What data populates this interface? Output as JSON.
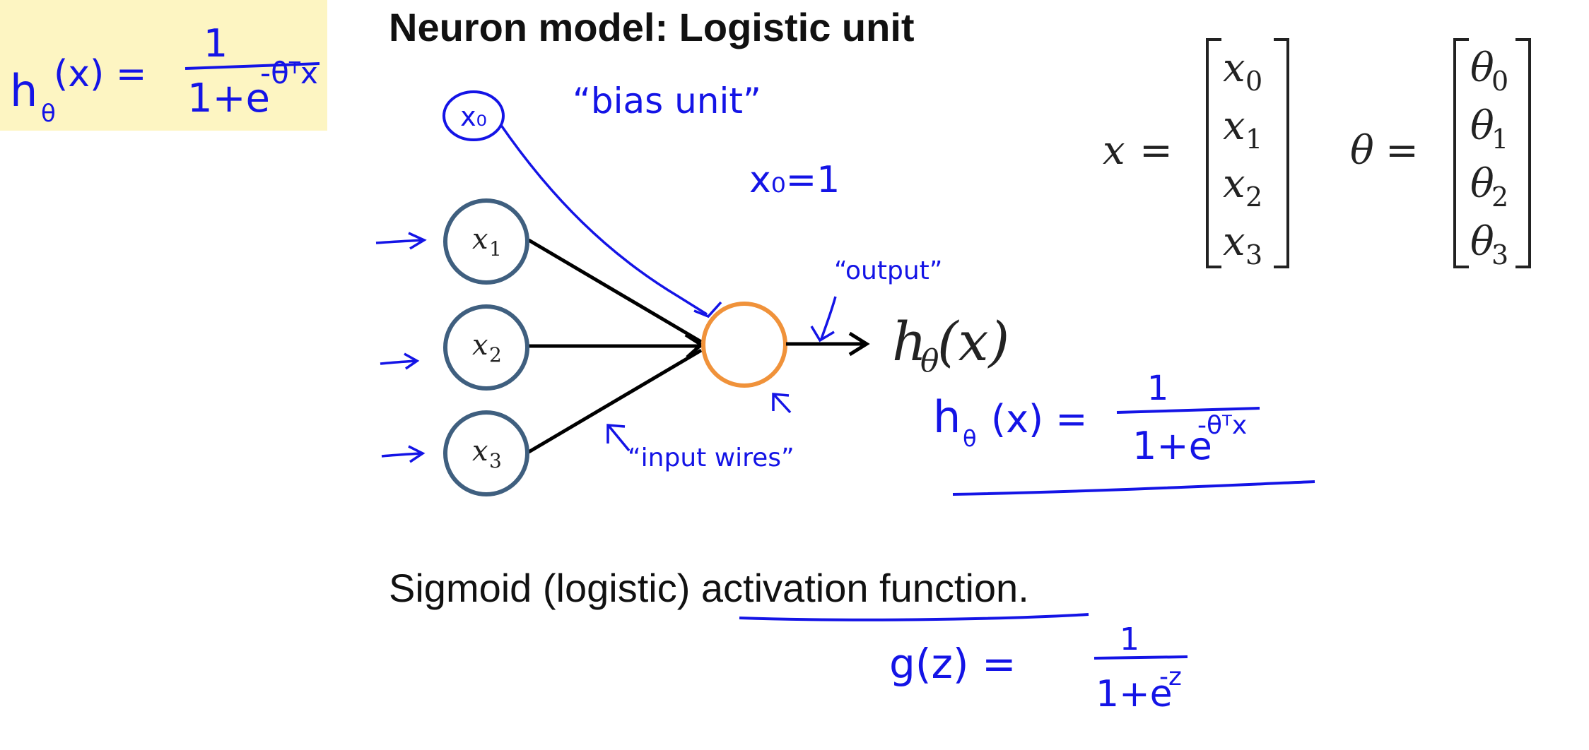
{
  "title": "Neuron model: Logistic unit",
  "caption": {
    "prefix": "Sigmoid (logistic) ",
    "underlined": "activation function",
    "suffix": "."
  },
  "sticky_note": {
    "lhs": "h",
    "lhs_sub": "θ",
    "lhs_arg": "(x) =",
    "numerator": "1",
    "denominator": "1+e",
    "exponent": "-θᵀx"
  },
  "nodes": {
    "bias": "x₀",
    "inputs": [
      {
        "base": "x",
        "sub": "1"
      },
      {
        "base": "x",
        "sub": "2"
      },
      {
        "base": "x",
        "sub": "3"
      }
    ],
    "output": {
      "base": "h",
      "sub": "θ",
      "arg": "(x)"
    }
  },
  "annotations": {
    "bias_unit": "“bias unit”",
    "bias_value": "x₀=1",
    "output": "“output”",
    "input_wires": "“input wires”"
  },
  "hypothesis": {
    "lhs": "h",
    "lhs_sub": "θ",
    "arg": "(x) =",
    "numerator": "1",
    "denominator": "1+e",
    "exponent": "-θᵀx"
  },
  "sigmoid": {
    "lhs": "g(z) =",
    "numerator": "1",
    "denominator": "1+e",
    "exponent": "-z"
  },
  "vectors": {
    "x": {
      "name": "x",
      "entries": [
        {
          "base": "x",
          "sub": "0"
        },
        {
          "base": "x",
          "sub": "1"
        },
        {
          "base": "x",
          "sub": "2"
        },
        {
          "base": "x",
          "sub": "3"
        }
      ]
    },
    "theta": {
      "name": "θ",
      "entries": [
        {
          "base": "θ",
          "sub": "0"
        },
        {
          "base": "θ",
          "sub": "1"
        },
        {
          "base": "θ",
          "sub": "2"
        },
        {
          "base": "θ",
          "sub": "3"
        }
      ]
    },
    "equals": "="
  },
  "colors": {
    "ink": "#1414e6",
    "input_node": "#3f5f7f",
    "output_node": "#f0923a",
    "sticky": "#fdf5c2"
  }
}
